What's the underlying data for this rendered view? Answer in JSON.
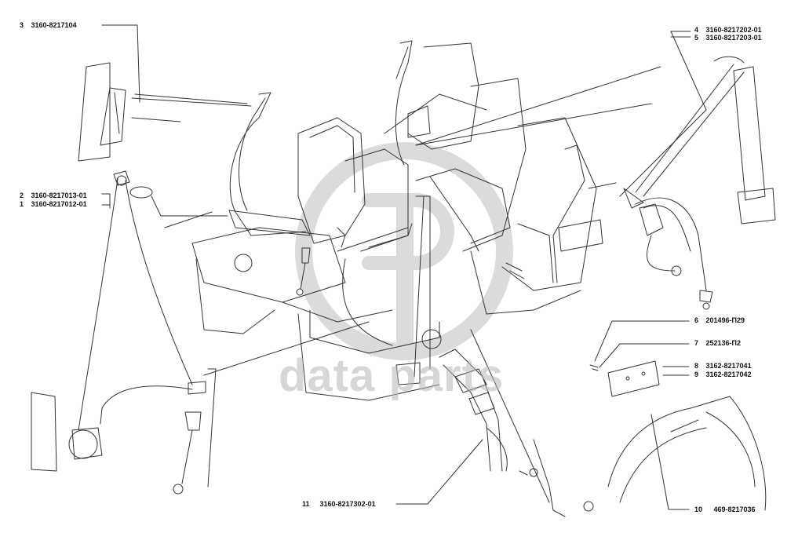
{
  "callouts": [
    {
      "num": "3",
      "code": "3160-8217104"
    },
    {
      "num": "2",
      "code": "3160-8217013-01"
    },
    {
      "num": "1",
      "code": "3160-8217012-01"
    },
    {
      "num": "4",
      "code": "3160-8217202-01"
    },
    {
      "num": "5",
      "code": "3160-8217203-01"
    },
    {
      "num": "6",
      "code": "201496-П29"
    },
    {
      "num": "7",
      "code": "252136-П2"
    },
    {
      "num": "8",
      "code": "3162-8217041"
    },
    {
      "num": "9",
      "code": "3162-8217042"
    },
    {
      "num": "11",
      "code": "3160-8217302-01"
    },
    {
      "num": "10",
      "code": "469-8217036"
    }
  ],
  "watermark": {
    "text": "data parts"
  },
  "colors": {
    "line": "#333333",
    "watermark": "#b5b5b5",
    "background": "#ffffff"
  }
}
